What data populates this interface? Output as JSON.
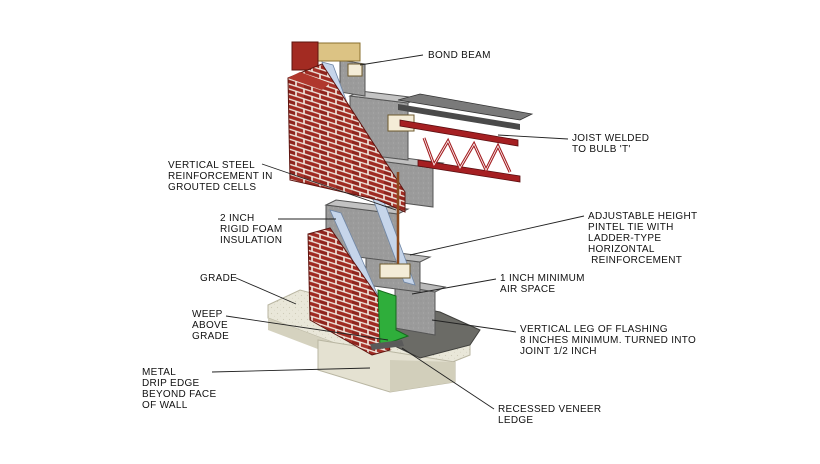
{
  "colors": {
    "brick": "#9e2a22",
    "mortar": "#f1e9e0",
    "block": "#9a9a9a",
    "foam": "#c7d6ea",
    "flashing": "#2fae3b",
    "ground": "#e8e6d8",
    "steel": "#a51f22",
    "leader": "#222222"
  },
  "labels": {
    "bond_beam": [
      "BOND BEAM"
    ],
    "joist": [
      "JOIST WELDED",
      "TO BULB 'T'"
    ],
    "vertical_steel": [
      "VERTICAL STEEL",
      "REINFORCEMENT IN",
      "GROUTED CELLS"
    ],
    "rigid_foam": [
      "2 INCH",
      "RIGID FOAM",
      "INSULATION"
    ],
    "pintel_tie": [
      "ADJUSTABLE HEIGHT",
      "PINTEL TIE WITH",
      "LADDER-TYPE",
      "HORIZONTAL",
      " REINFORCEMENT"
    ],
    "grade": [
      "GRADE"
    ],
    "air_space": [
      "1 INCH MINIMUM",
      "AIR SPACE"
    ],
    "weep": [
      "WEEP",
      "ABOVE",
      "GRADE"
    ],
    "flashing": [
      "VERTICAL LEG OF FLASHING",
      "8 INCHES MINIMUM. TURNED INTO",
      "JOINT 1/2 INCH"
    ],
    "drip_edge": [
      "METAL",
      "DRIP EDGE",
      "BEYOND FACE",
      "OF WALL"
    ],
    "veneer_ledge": [
      "RECESSED VENEER",
      "LEDGE"
    ]
  }
}
